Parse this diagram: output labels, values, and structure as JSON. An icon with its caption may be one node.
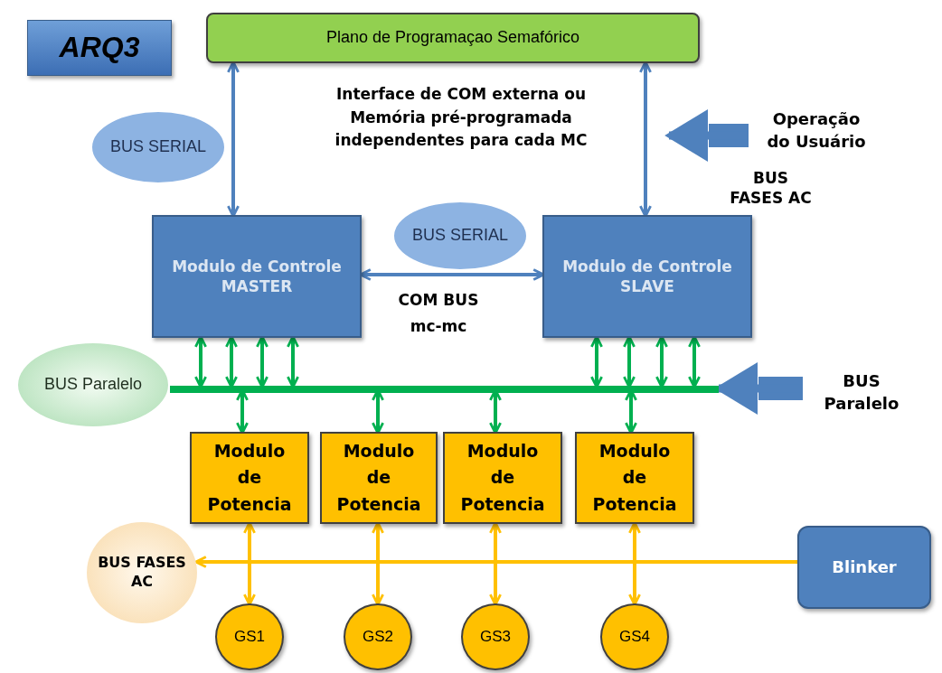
{
  "diagram": {
    "nodes": [
      {
        "text": [
          "ARQ3"
        ]
      },
      {
        "text": [
          "Plano de Programaçao Semafórico"
        ]
      },
      {
        "text": [
          "BUS SERIAL"
        ]
      },
      {
        "text": [
          "Modulo de Controle MASTER"
        ]
      },
      {
        "text": [
          "BUS SERIAL"
        ]
      },
      {
        "text": [
          "Modulo de Controle SLAVE"
        ]
      },
      {
        "text": [
          "Operação do Usuário"
        ]
      },
      {
        "text": [
          "BUS Paralelo"
        ]
      },
      {
        "text": [],
        "shape": "bar"
      },
      {
        "text": [
          "BUS Paralelo"
        ]
      },
      {
        "text": [
          "Modulo de Potencia"
        ]
      },
      {
        "text": [
          "Modulo de Potencia"
        ]
      },
      {
        "text": [
          "Modulo de Potencia"
        ]
      },
      {
        "text": [
          "Modulo de Potencia"
        ]
      },
      {
        "text": [
          "BUS FASES AC"
        ]
      },
      {
        "text": [
          "Blinker"
        ]
      },
      {
        "text": [
          "GS1"
        ]
      },
      {
        "text": [
          "GS2"
        ]
      },
      {
        "text": [
          "GS3"
        ]
      },
      {
        "text": [
          "GS4"
        ]
      }
    ],
    "edges": [
      {
        "from": 1,
        "to": 3,
        "arrow": "both",
        "color": "#4f81bd"
      },
      {
        "from": 1,
        "to": 5,
        "arrow": "both",
        "color": "#4f81bd"
      },
      {
        "from": 3,
        "to": 5,
        "arrow": "both",
        "color": "#4f81bd",
        "label": "COM BUS mc-mc"
      },
      {
        "from": 6,
        "to": null,
        "arrow": "to",
        "style": "thick",
        "color": "#4f81bd"
      },
      {
        "from": 3,
        "to": 8,
        "arrow": "both"
      },
      {
        "from": 3,
        "to": 8,
        "arrow": "both"
      },
      {
        "from": 3,
        "to": 8,
        "arrow": "both"
      },
      {
        "from": 3,
        "to": 8,
        "arrow": "both"
      },
      {
        "from": 5,
        "to": 8,
        "arrow": "both"
      },
      {
        "from": 5,
        "to": 8,
        "arrow": "both"
      },
      {
        "from": 5,
        "to": 8,
        "arrow": "both"
      },
      {
        "from": 5,
        "to": 8,
        "arrow": "both"
      },
      {
        "from": 8,
        "to": 10,
        "arrow": "both"
      },
      {
        "from": 8,
        "to": 11,
        "arrow": "both"
      },
      {
        "from": 8,
        "to": 12,
        "arrow": "both"
      },
      {
        "from": 8,
        "to": 13,
        "arrow": "both"
      },
      {
        "from": 9,
        "to": 8,
        "arrow": "to",
        "style": "thick",
        "color": "#4f81bd"
      },
      {
        "from": 15,
        "to": 14,
        "arrow": "to",
        "color": "#ffc000"
      },
      {
        "from": 10,
        "to": 16,
        "arrow": "both",
        "color": "#ffc000"
      },
      {
        "from": 11,
        "to": 17,
        "arrow": "both",
        "color": "#ffc000"
      },
      {
        "from": 12,
        "to": 18,
        "arrow": "both",
        "color": "#ffc000"
      },
      {
        "from": 13,
        "to": 19,
        "arrow": "both",
        "color": "#ffc000"
      }
    ],
    "labels": [
      "Interface de COM externa ou Memória pré-programada independentes para cada MC",
      "BUS FASES AC"
    ]
  }
}
